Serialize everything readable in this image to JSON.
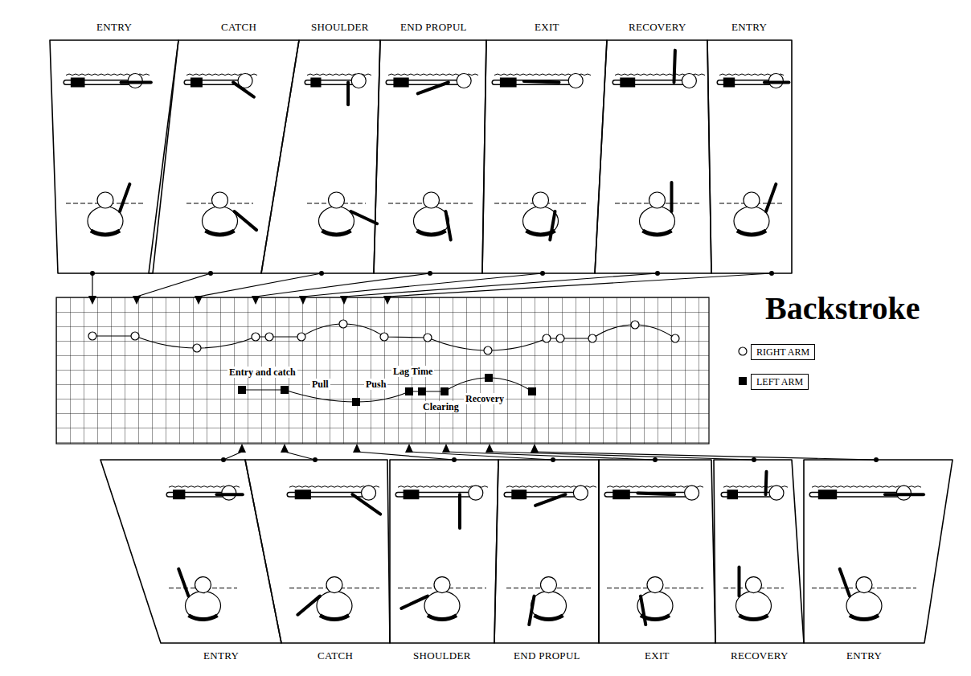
{
  "diagram": {
    "title": "Backstroke",
    "nodes": [
      {
        "text": [
          "ENTRY"
        ]
      },
      {
        "text": [
          "CATCH"
        ]
      },
      {
        "text": [
          "SHOULDER"
        ]
      },
      {
        "text": [
          "END PROPUL"
        ]
      },
      {
        "text": [
          "EXIT"
        ]
      },
      {
        "text": [
          "RECOVERY"
        ]
      },
      {
        "text": [
          "ENTRY"
        ]
      },
      {
        "text": [
          "ENTRY"
        ]
      },
      {
        "text": [
          "CATCH"
        ]
      },
      {
        "text": [
          "SHOULDER"
        ]
      },
      {
        "text": [
          "END PROPUL"
        ]
      },
      {
        "text": [
          "EXIT"
        ]
      },
      {
        "text": [
          "RECOVERY"
        ]
      },
      {
        "text": [
          "ENTRY"
        ]
      }
    ],
    "labels": [
      "Entry and catch",
      "Pull",
      "Push",
      "Lag Time",
      "Clearing",
      "Recovery"
    ],
    "legend": [
      {
        "text": "RIGHT ARM"
      },
      {
        "text": "LEFT ARM"
      }
    ]
  }
}
